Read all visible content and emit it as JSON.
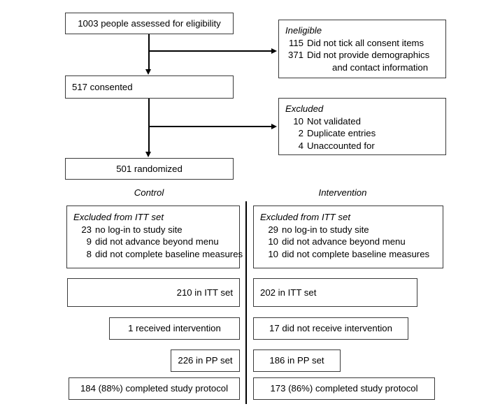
{
  "chart_data": {
    "type": "diagram",
    "title": "CONSORT participant flow diagram",
    "nodes": [
      {
        "id": "assessed",
        "label": "1003 people assessed for eligibility",
        "value": 1003
      },
      {
        "id": "consented",
        "label": "517 consented",
        "value": 517
      },
      {
        "id": "randomized",
        "label": "501 randomized",
        "value": 501
      },
      {
        "id": "ineligible",
        "label": "Ineligible",
        "items": [
          {
            "n": 115,
            "text": "Did not tick all consent items"
          },
          {
            "n": 371,
            "text": "Did not provide demographics and contact information"
          }
        ]
      },
      {
        "id": "excluded",
        "label": "Excluded",
        "items": [
          {
            "n": 10,
            "text": "Not validated"
          },
          {
            "n": 2,
            "text": "Duplicate entries"
          },
          {
            "n": 4,
            "text": "Unaccounted for"
          }
        ]
      },
      {
        "id": "control-excluded-itt",
        "label": "Excluded from ITT set",
        "items": [
          {
            "n": 23,
            "text": "no log-in to study site"
          },
          {
            "n": 9,
            "text": "did not advance beyond menu"
          },
          {
            "n": 8,
            "text": "did not complete baseline measures"
          }
        ]
      },
      {
        "id": "intervention-excluded-itt",
        "label": "Excluded from ITT set",
        "items": [
          {
            "n": 29,
            "text": "no log-in to study site"
          },
          {
            "n": 10,
            "text": "did not advance beyond menu"
          },
          {
            "n": 10,
            "text": "did not complete baseline measures"
          }
        ]
      },
      {
        "id": "control-itt",
        "label": "210 in ITT set",
        "value": 210
      },
      {
        "id": "intervention-itt",
        "label": "202 in ITT set",
        "value": 202
      },
      {
        "id": "control-received",
        "label": "1 received intervention",
        "value": 1
      },
      {
        "id": "intervention-notreceived",
        "label": "17 did not receive intervention",
        "value": 17
      },
      {
        "id": "control-pp",
        "label": "226 in PP set",
        "value": 226
      },
      {
        "id": "intervention-pp",
        "label": "186 in PP set",
        "value": 186
      },
      {
        "id": "control-completed",
        "label": "184 (88%) completed study protocol",
        "value": 184,
        "percent": 88
      },
      {
        "id": "intervention-completed",
        "label": "173 (86%) completed study protocol",
        "value": 173,
        "percent": 86
      }
    ]
  },
  "top": {
    "assessed": "1003 people assessed for eligibility",
    "consented": "517 consented",
    "randomized": "501 randomized"
  },
  "ineligible": {
    "heading": "Ineligible",
    "rows": [
      {
        "num": "115",
        "text": "Did not tick all consent items"
      },
      {
        "num": "371",
        "text": "Did not provide demographics"
      },
      {
        "num": "",
        "text": "and contact information"
      }
    ]
  },
  "excluded": {
    "heading": "Excluded",
    "rows": [
      {
        "num": "10",
        "text": "Not validated"
      },
      {
        "num": "2",
        "text": "Duplicate entries"
      },
      {
        "num": "4",
        "text": "Unaccounted for"
      }
    ]
  },
  "arms": {
    "control_label": "Control",
    "intervention_label": "Intervention"
  },
  "control": {
    "excluded_itt": {
      "heading": "Excluded from ITT set",
      "rows": [
        {
          "num": "23",
          "text": "no log-in to study site"
        },
        {
          "num": "9",
          "text": "did not advance beyond menu"
        },
        {
          "num": "8",
          "text": "did not complete baseline measures"
        }
      ]
    },
    "itt": "210 in ITT set",
    "received": "1 received intervention",
    "pp": "226 in PP set",
    "completed": "184 (88%) completed study protocol"
  },
  "intervention": {
    "excluded_itt": {
      "heading": "Excluded from ITT set",
      "rows": [
        {
          "num": "29",
          "text": "no log-in to study site"
        },
        {
          "num": "10",
          "text": "did not advance beyond menu"
        },
        {
          "num": "10",
          "text": "did not complete baseline measures"
        }
      ]
    },
    "itt": "202 in ITT set",
    "notreceived": "17 did not receive intervention",
    "pp": "186 in PP set",
    "completed": "173 (86%) completed study protocol"
  },
  "colors": {
    "box_border": "#3a3a3a",
    "connector": "#000000",
    "text": "#000000",
    "background": "#ffffff"
  }
}
